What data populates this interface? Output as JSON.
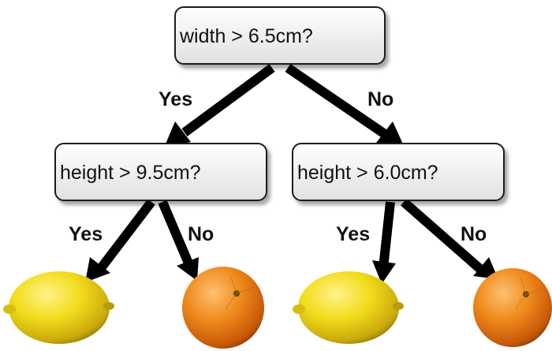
{
  "tree": {
    "root": {
      "question": "width > 6.5cm?"
    },
    "left": {
      "question": "height > 9.5cm?"
    },
    "right": {
      "question": "height > 6.0cm?"
    }
  },
  "edges": {
    "root_yes": "Yes",
    "root_no": "No",
    "left_yes": "Yes",
    "left_no": "No",
    "right_yes": "Yes",
    "right_no": "No"
  },
  "leaves": [
    {
      "fruit": "lemon"
    },
    {
      "fruit": "orange"
    },
    {
      "fruit": "lemon"
    },
    {
      "fruit": "orange"
    }
  ],
  "colors": {
    "box_fill_top": "#ffffff",
    "box_fill_bottom": "#e2e2e2",
    "box_stroke": "#1a1a1a",
    "arrow": "#000000",
    "lemon": "#ecd416",
    "orange": "#ef8a1c"
  }
}
